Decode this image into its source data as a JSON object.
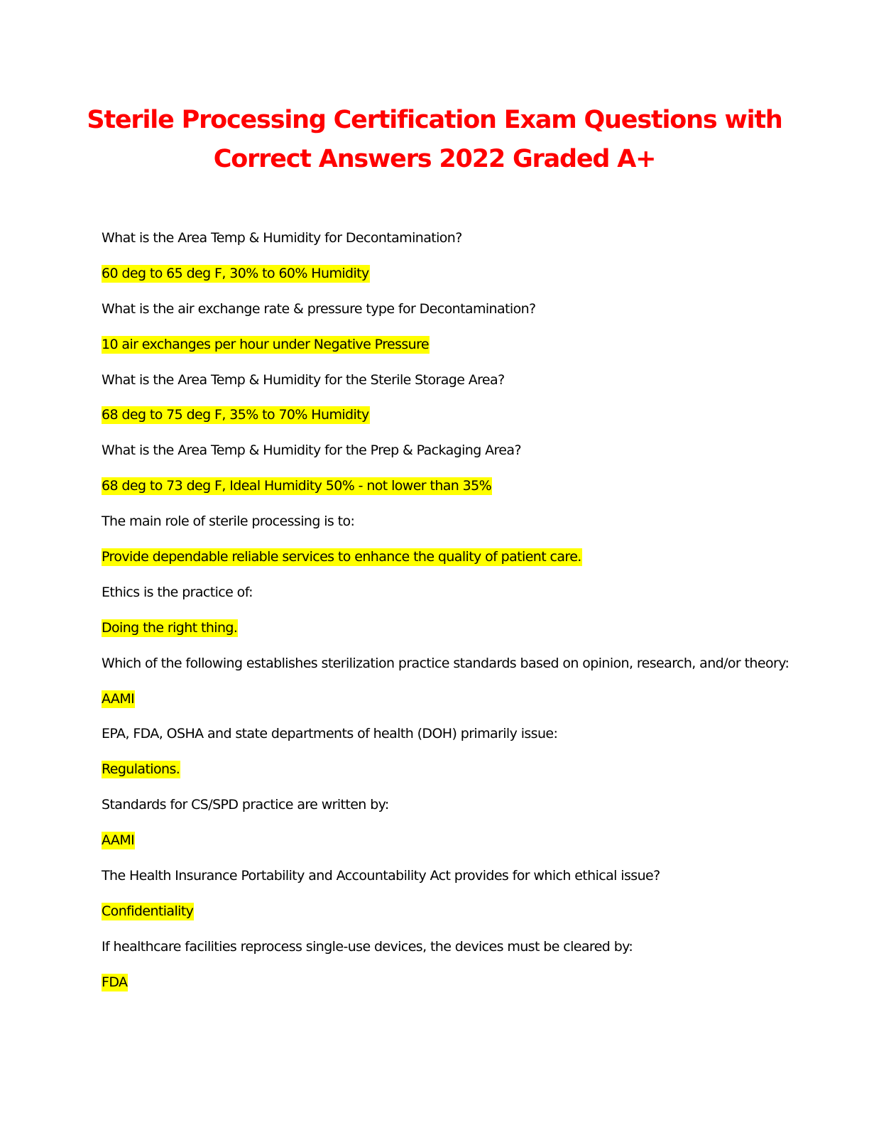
{
  "document": {
    "title_lines": [
      "Sterile Processing Certification Exam Questions with",
      "Correct Answers 2022 Graded A+"
    ],
    "title_color": "#ff0000",
    "answer_highlight_color": "#ffff00",
    "qa": [
      {
        "question": "What is the Area Temp & Humidity for Decontamination?",
        "answer": "60 deg to 65 deg F, 30% to 60% Humidity"
      },
      {
        "question": "What is the air exchange rate & pressure type for Decontamination?",
        "answer": "10 air exchanges per hour under Negative Pressure"
      },
      {
        "question": "What is the Area Temp & Humidity for the Sterile Storage Area?",
        "answer": "68 deg to 75 deg F, 35% to 70% Humidity"
      },
      {
        "question": "What is the Area Temp & Humidity for the Prep & Packaging Area?",
        "answer": "68 deg to 73 deg F, Ideal Humidity 50% - not lower than 35%"
      },
      {
        "question": "The main role of sterile processing is to:",
        "answer": "Provide dependable reliable services to enhance the quality of patient care."
      },
      {
        "question": "Ethics is the practice of:",
        "answer": "Doing the right thing."
      },
      {
        "question": "Which of the following establishes sterilization practice standards based on opinion, research, and/or theory:",
        "answer": "AAMI"
      },
      {
        "question": "EPA, FDA, OSHA and state departments of health (DOH) primarily issue:",
        "answer": "Regulations."
      },
      {
        "question": "Standards for CS/SPD practice are written by:",
        "answer": "AAMI"
      },
      {
        "question": "The Health Insurance Portability and Accountability Act provides for which ethical issue?",
        "answer": "Confidentiality"
      },
      {
        "question": "If healthcare facilities reprocess single-use devices, the devices must be cleared by:",
        "answer": "FDA"
      }
    ]
  }
}
